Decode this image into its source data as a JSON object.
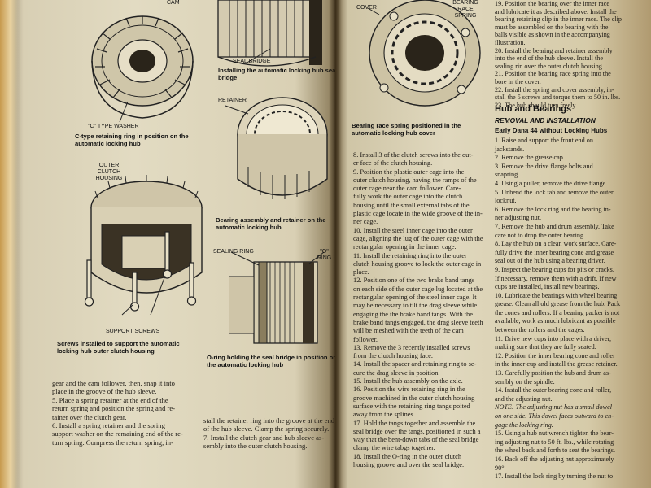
{
  "left_page": {
    "figures": [
      {
        "caption": "C-type retaining ring in position on the automatic locking hub",
        "labels": [
          "\"C\" TYPE WASHER",
          "CAM"
        ]
      },
      {
        "caption": "Installing the automatic locking hub seal bridge",
        "labels": [
          "SEAL BRIDGE"
        ]
      },
      {
        "caption": "Bearing assembly and retainer on the automatic locking hub",
        "labels": [
          "RETAINER"
        ]
      },
      {
        "caption": "Screws installed to support the automatic locking hub outer clutch housing",
        "labels": [
          "OUTER CLUTCH HOUSING",
          "SUPPORT SCREWS"
        ]
      },
      {
        "caption": "O-ring holding the seal bridge in position on the automatic locking hub",
        "labels": [
          "SEALING RING",
          "\"O\" RING"
        ]
      }
    ],
    "text_col1": [
      "gear and the cam follower, then, snap it into",
      "place in the groove of the hub sleeve.",
      "5. Place a spring retainer at the end of the",
      "return spring and position the spring and re-",
      "tainer over the clutch gear.",
      "6. Install a spring retainer and the spring",
      "support washer on the remaining end of the re-",
      "turn spring. Compress the return spring, in-"
    ],
    "text_col2": [
      "stall the retainer ring into the groove at the end",
      "of the hub sleeve. Clamp the spring securely.",
      "7. Install the clutch gear and hub sleeve as-",
      "sembly into the outer clutch housing."
    ]
  },
  "right_page": {
    "figure": {
      "caption": "Bearing race spring positioned in the automatic locking hub cover",
      "labels": [
        "COVER",
        "BEARING RACE SPRING"
      ]
    },
    "mid_col": [
      "8. Install 3 of the clutch screws into the out-",
      "er face of the clutch housing.",
      "9. Position the plastic outer cage into the",
      "outer clutch housing, having the ramps of the",
      "outer cage near the cam follower. Care-",
      "fully work the outer cage into the clutch",
      "housing until the small external tabs of the",
      "plastic cage locate in the wide groove of the in-",
      "ner cage.",
      "10. Install the steel inner cage into the outer",
      "cage, aligning the lug of the outer cage with the",
      "rectangular opening in the inner cage.",
      "11. Install the retaining ring into the outer",
      "clutch housing groove to lock the outer cage in",
      "place.",
      "12. Position one of the two brake band tangs",
      "on each side of the outer cage lug located at the",
      "rectangular opening of the steel inner cage. It",
      "may be necessary to tilt the drag sleeve while",
      "engaging the the brake band tangs. With the",
      "brake band tangs engaged, the drag sleeve teeth",
      "will be meshed with the teeth of the cam",
      "follower.",
      "13. Remove the 3 recently installed screws",
      "from the clutch housing face.",
      "14. Install the spacer and retaining ring to se-",
      "cure the drag sleeve in psoition.",
      "15. Install the hub assembly on the axle.",
      "16. Position the wire retaining ring in the",
      "groove machined in the outer clutch housing",
      "surface with the retaining ring tangs poited",
      "away from the splines.",
      "17. Hold the tangs together and assemble the",
      "seal bridge over the tangs, positioned in such a",
      "way that the bent-down tabs of the seal bridge",
      "clamp the wire tabgs together.",
      "18. Install the O-ring in the outer clutch",
      "housing groove and over the seal bridge."
    ],
    "right_col_top": [
      "19. Position the bearing over the inner race",
      "and lubricate it as described above. Install the",
      "bearing retaining clip in the inner race. The clip",
      "must be assembled on the bearing with the",
      "balls visible as shown in the accompanying",
      "illustration.",
      "20. Install the bearing and retainer assembly",
      "into the end of the hub sleeve. Install the",
      "sealing rin over the outer clutch housing.",
      "21. Position the bearing race spring into the",
      "bore in the cover.",
      "22. Install the spring and cover assembly, in-",
      "stall the 5 screws and torque them to 50 in. lbs.",
      "23. The hub should turn freely."
    ],
    "heading": "Hub and Bearings",
    "subheading": "REMOVAL AND INSTALLATION",
    "subsubheading": "Early Dana 44 without Locking Hubs",
    "right_col_bottom": [
      "1. Raise and support the front end on",
      "jackstands.",
      "2. Remove the grease cap.",
      "3. Remove the drive flange bolts and",
      "snapring.",
      "4. Using a puller, remove the drive flange.",
      "5. Unbend the lock tab and remove the outer",
      "locknut.",
      "6. Remove the lock ring and the bearing in-",
      "ner adjusting nut.",
      "7. Remove the hub and drum assembly. Take",
      "care not to drop the outer bearing.",
      "8. Lay the hub on a clean work surface. Care-",
      "fully drive the inner bearing cone and grease",
      "seal out of the hub using a bearing driver.",
      "9. Inspect the bearing cups for pits or cracks.",
      "If necessary, remove them with a drift. If new",
      "cups are installed, install new bearings.",
      "10. Lubricate the bearings with wheel bearing",
      "grease. Clean all old grease from the hub. Pack",
      "the cones and rollers. If a bearing packer is not",
      "available, work as much lubricant as possible",
      "between the rollers and the cages.",
      "11. Drive new cups into place with a driver,",
      "making sure that they are fully seated.",
      "12. Position the inner bearing cone and roller",
      "in the inner cup and install the grease retainer.",
      "13. Carefully position the hub and drum as-",
      "sembly on the spindle.",
      "14. Install the outer bearing cone and roller,",
      "and the adjusting nut.",
      "NOTE: The adjusting nut has a small dowel",
      "on one side. This dowel faces outward to en-",
      "gage the locking ring.",
      "15. Using a hub nut wrench tighten the bear-",
      "ing adjusting nut to 50 ft. lbs., while rotating",
      "the wheel back and forth to seat the bearings.",
      "16. Back off the adjusting nut approximately",
      "90°.",
      "17. Install the lock ring by turning the nut to"
    ]
  }
}
